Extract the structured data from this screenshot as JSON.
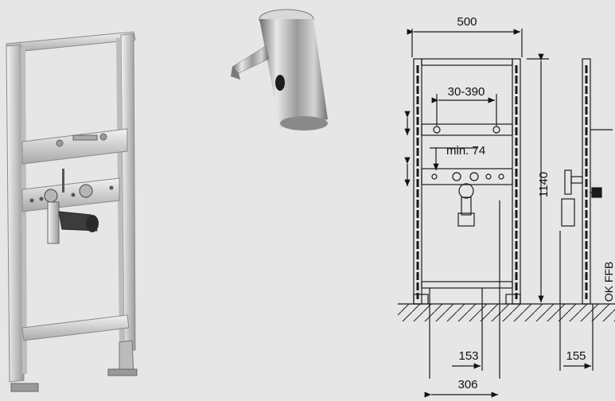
{
  "drawing": {
    "dimensions": {
      "width": "500",
      "spacing": "30-390",
      "min_depth": "min. 74",
      "height": "1140",
      "center_offset": "153",
      "wall_offset": "155",
      "total_offset": "306"
    },
    "side_label": "OK FFB"
  },
  "colors": {
    "background": "#e6e6e6",
    "line": "#1a1a1a",
    "frame_metal": "#cfcfcf"
  }
}
